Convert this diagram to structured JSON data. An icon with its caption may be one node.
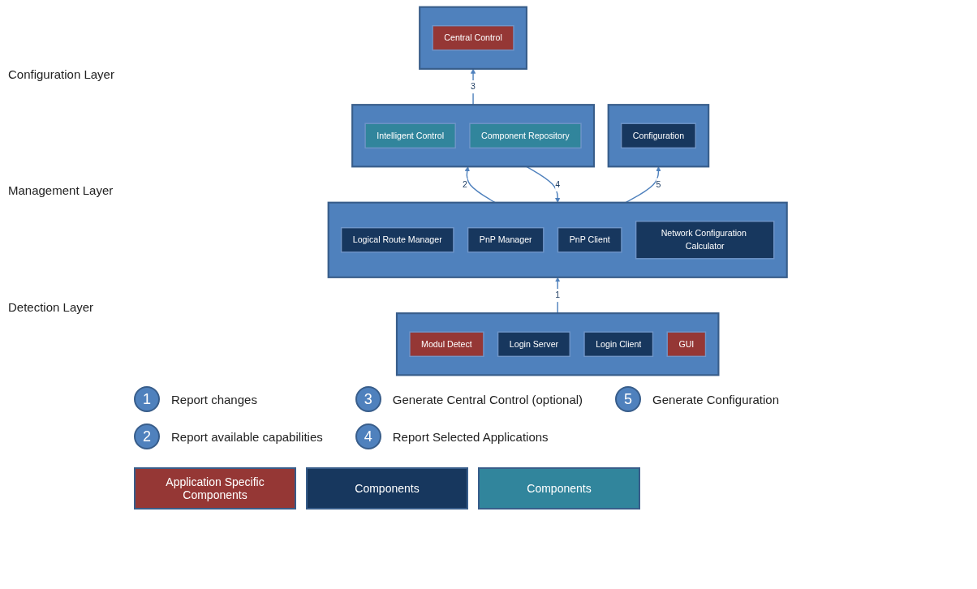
{
  "diagram": {
    "nodes": [
      {
        "text": [],
        "shape": "box"
      },
      {
        "text": [
          "Configuration"
        ],
        "in": 0
      },
      {
        "text": [],
        "shape": "box"
      },
      {
        "text": [
          "Central Control"
        ],
        "in": 2
      },
      {
        "text": [],
        "shape": "box"
      },
      {
        "text": [
          "Logical Route Manager"
        ],
        "in": 4
      },
      {
        "text": [
          "PnP Manager"
        ],
        "in": 4
      },
      {
        "text": [
          "PnP Client"
        ],
        "in": 4
      },
      {
        "text": [
          "Network Configuration Calculator"
        ],
        "in": 4
      },
      {
        "text": [],
        "shape": "box"
      },
      {
        "text": [
          "Intelligent Control"
        ],
        "in": 9
      },
      {
        "text": [
          "Component Repository"
        ],
        "in": 9
      },
      {
        "text": [],
        "shape": "box"
      },
      {
        "text": [
          "Modul Detect"
        ],
        "in": 12
      },
      {
        "text": [
          "Login Server"
        ],
        "in": 12
      },
      {
        "text": [
          "Login Client"
        ],
        "in": 12
      },
      {
        "text": [
          "GUI"
        ],
        "in": 12
      }
    ],
    "edges": [
      {
        "from": 4,
        "to": 0,
        "arrow": "to",
        "label": "5"
      },
      {
        "from": 4,
        "to": 9,
        "arrow": "to",
        "label": "2"
      },
      {
        "from": 9,
        "to": 2,
        "arrow": "to",
        "label": "3"
      },
      {
        "from": 9,
        "to": 4,
        "arrow": "to",
        "label": "4"
      },
      {
        "from": 12,
        "to": 4,
        "arrow": "to",
        "label": "1"
      }
    ],
    "labels": [
      "Configuration Layer",
      "Management Layer",
      "Detection Layer",
      "1",
      "Report changes",
      "3",
      "Generate Central Control (optional)",
      "5",
      "Generate Configuration",
      "2",
      "Report available capabilities",
      "4",
      "Report Selected Applications"
    ],
    "legend": [
      {
        "text": "Application Specific Components",
        "color": "#953735"
      },
      {
        "text": "Components",
        "color": "#17375e"
      },
      {
        "text": "Components",
        "color": "#31859c"
      }
    ]
  }
}
